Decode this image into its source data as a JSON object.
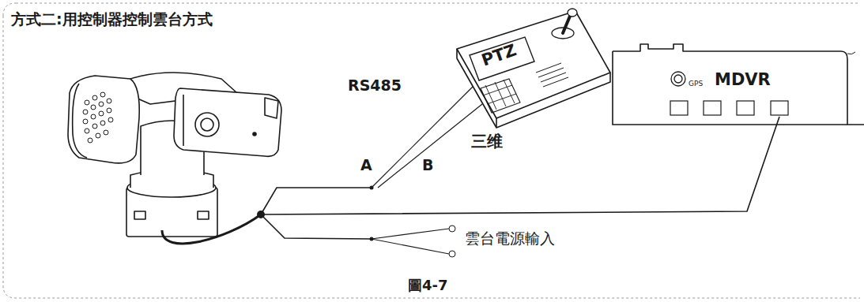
{
  "diagram": {
    "title": "方式二:用控制器控制雲台方式",
    "caption": "圖4-7",
    "nodes": [
      {
        "text": [
          "PTZ",
          "三维"
        ]
      },
      {
        "text": [
          "GPS",
          "MDVR"
        ]
      }
    ],
    "labels": [
      "RS485",
      "A",
      "B",
      "雲台電源輸入"
    ]
  }
}
